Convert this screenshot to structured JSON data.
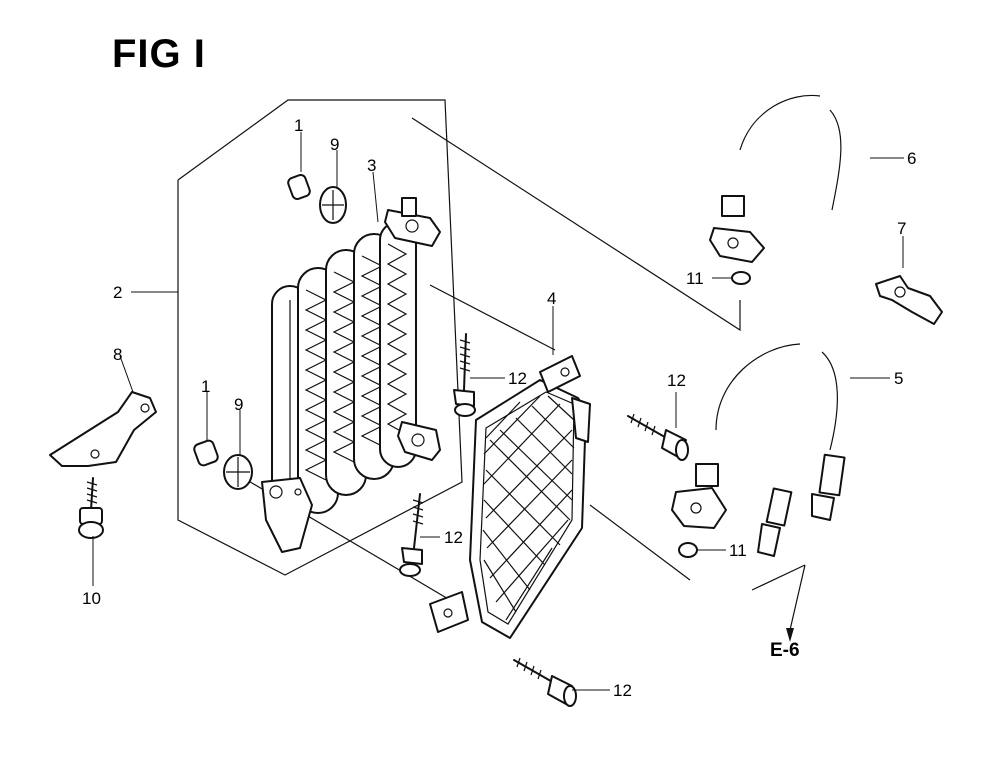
{
  "figure": {
    "title": "FIG I",
    "reference": "E-6"
  },
  "callouts": [
    {
      "id": "c1a",
      "label": "1"
    },
    {
      "id": "c9a",
      "label": "9"
    },
    {
      "id": "c3",
      "label": "3"
    },
    {
      "id": "c2",
      "label": "2"
    },
    {
      "id": "c8",
      "label": "8"
    },
    {
      "id": "c1b",
      "label": "1"
    },
    {
      "id": "c9b",
      "label": "9"
    },
    {
      "id": "c10",
      "label": "10"
    },
    {
      "id": "c12a",
      "label": "12"
    },
    {
      "id": "c4",
      "label": "4"
    },
    {
      "id": "c12b",
      "label": "12"
    },
    {
      "id": "c12c",
      "label": "12"
    },
    {
      "id": "c12d",
      "label": "12"
    },
    {
      "id": "c6",
      "label": "6"
    },
    {
      "id": "c7",
      "label": "7"
    },
    {
      "id": "c11a",
      "label": "11"
    },
    {
      "id": "c5",
      "label": "5"
    },
    {
      "id": "c11b",
      "label": "11"
    }
  ]
}
